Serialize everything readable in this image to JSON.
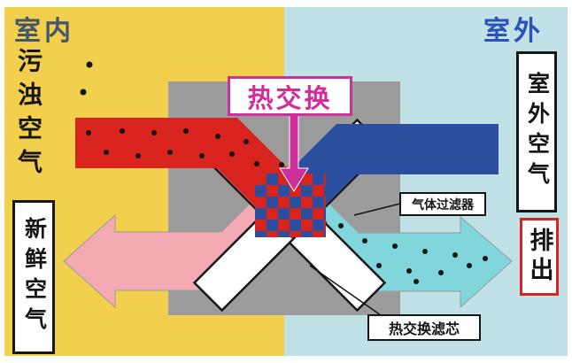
{
  "regions": {
    "indoor": "室内",
    "outdoor": "室外"
  },
  "labels": {
    "dirty_air": "污浊空气",
    "fresh_air": "新鲜空气",
    "outdoor_air": "室外空气",
    "exhaust": "排出",
    "heat_exchange": "热交换",
    "gas_filter": "气体过滤器",
    "heat_exchange_core": "热交换滤芯"
  },
  "colors": {
    "indoor_bg": "#f2cf4c",
    "outdoor_bg": "#c0e2e6",
    "unit_gray": "#9c9c9c",
    "dirty_air_red": "#d8231f",
    "outdoor_air_blue": "#2b4f9e",
    "fresh_air_pink": "#f4aab2",
    "exhaust_cyan": "#80d6da",
    "heat_exchange_magenta": "#cf2f9a",
    "indoor_title": "#44546a",
    "outdoor_title": "#2a52b8",
    "exhaust_border": "#d8231f",
    "outline_black": "#151515"
  }
}
